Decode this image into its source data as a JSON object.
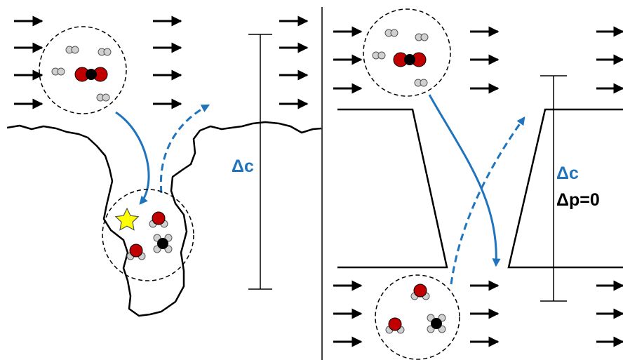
{
  "colors": {
    "flow_arrow": "#1f74bd",
    "oxygen": "#c00000",
    "carbon": "#000000",
    "hydrogen": "#d0d0d0",
    "star": "#ffff00",
    "outline": "#000000"
  },
  "left_panel": {
    "concentration_label": "Δc"
  },
  "right_panel": {
    "concentration_label": "Δc",
    "pressure_label": "Δp=0"
  },
  "icons": {
    "flow": "right-arrow-icon",
    "reaction_site": "star-icon",
    "molecules": [
      "co2-molecule-icon",
      "h2-molecule-icon",
      "h2o-molecule-icon",
      "ch4-molecule-icon"
    ]
  }
}
